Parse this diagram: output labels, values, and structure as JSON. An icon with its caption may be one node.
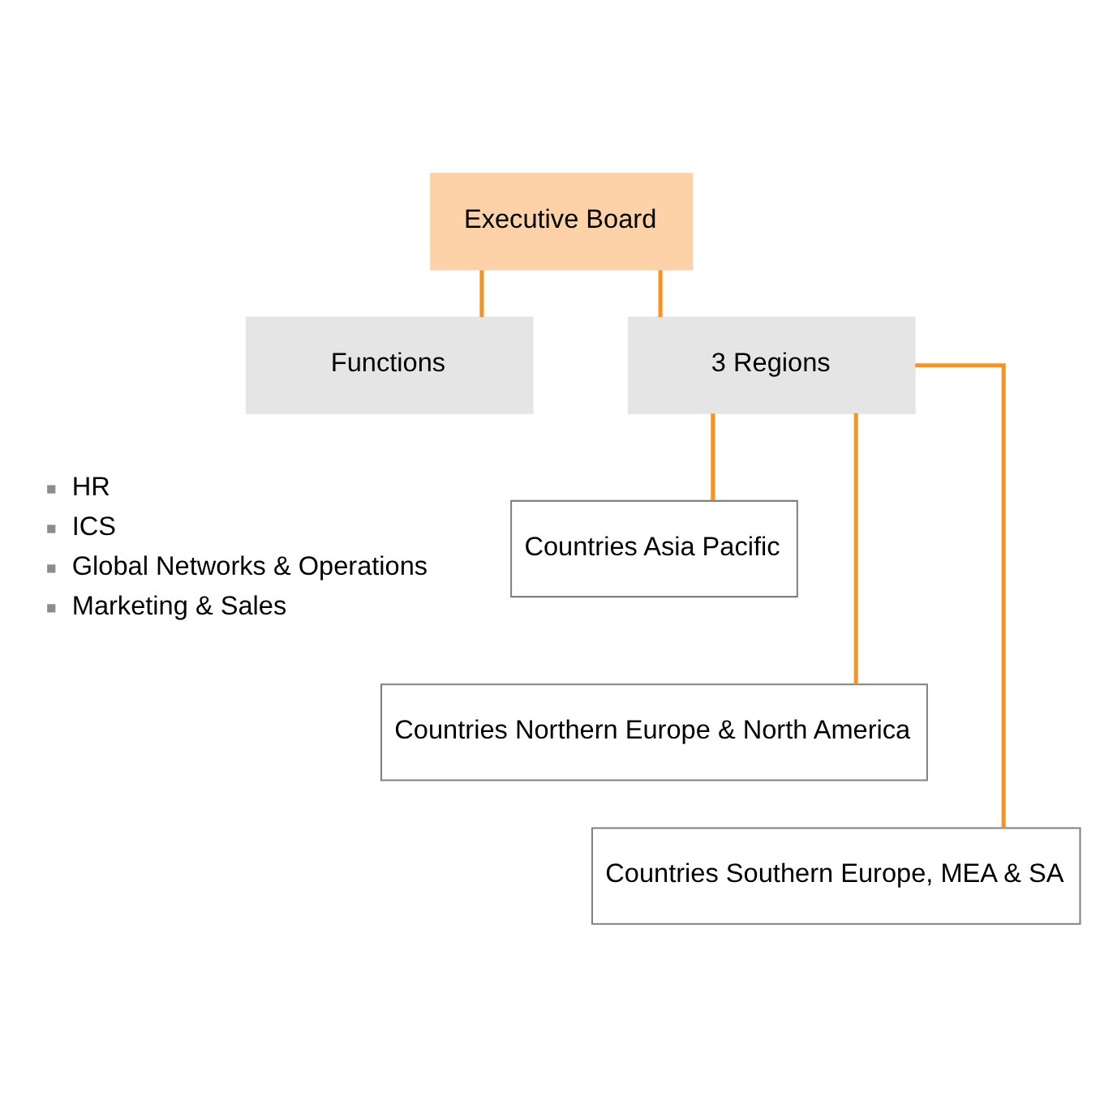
{
  "diagram": {
    "nodes": [
      {
        "text": [
          "Executive Board"
        ]
      },
      {
        "text": [
          "Functions"
        ],
        "beside": [
          "HR",
          "ICS",
          "Global Networks & Operations",
          "Marketing & Sales"
        ]
      },
      {
        "text": [
          "3 Regions"
        ]
      },
      {
        "text": [
          "Countries Asia Pacific"
        ]
      },
      {
        "text": [
          "Countries Northern Europe & North America"
        ]
      },
      {
        "text": [
          "Countries Southern Europe, MEA & SA"
        ]
      }
    ],
    "edges": [
      {
        "from": 0,
        "to": 1,
        "arrow": "none"
      },
      {
        "from": 0,
        "to": 2,
        "arrow": "none"
      },
      {
        "from": 2,
        "to": 3,
        "arrow": "none"
      },
      {
        "from": 2,
        "to": 4,
        "arrow": "none"
      },
      {
        "from": 2,
        "to": 5,
        "arrow": "none"
      }
    ]
  }
}
